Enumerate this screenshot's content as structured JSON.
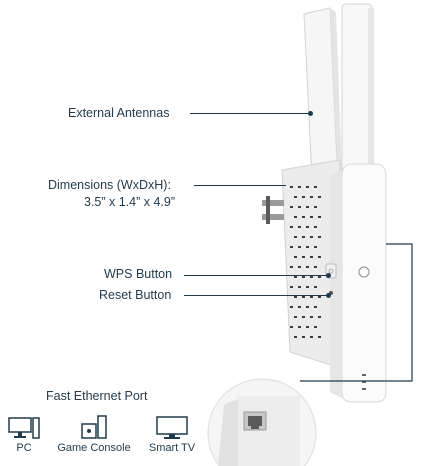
{
  "labels": {
    "antennas": "External Antennas",
    "dimensions_title": "Dimensions (WxDxH):",
    "dimensions_value": "3.5” x 1.4” x 4.9”",
    "wps": "WPS Button",
    "reset": "Reset Button",
    "port": "Fast Ethernet Port"
  },
  "devices": [
    {
      "label": "PC",
      "icon": "pc-icon"
    },
    {
      "label": "Game Console",
      "icon": "game-console-icon"
    },
    {
      "label": "Smart TV",
      "icon": "smart-tv-icon"
    }
  ],
  "colors": {
    "text": "#1f3b4d",
    "device_body": "#f4f4f4",
    "device_edge": "#d9d9d9"
  }
}
